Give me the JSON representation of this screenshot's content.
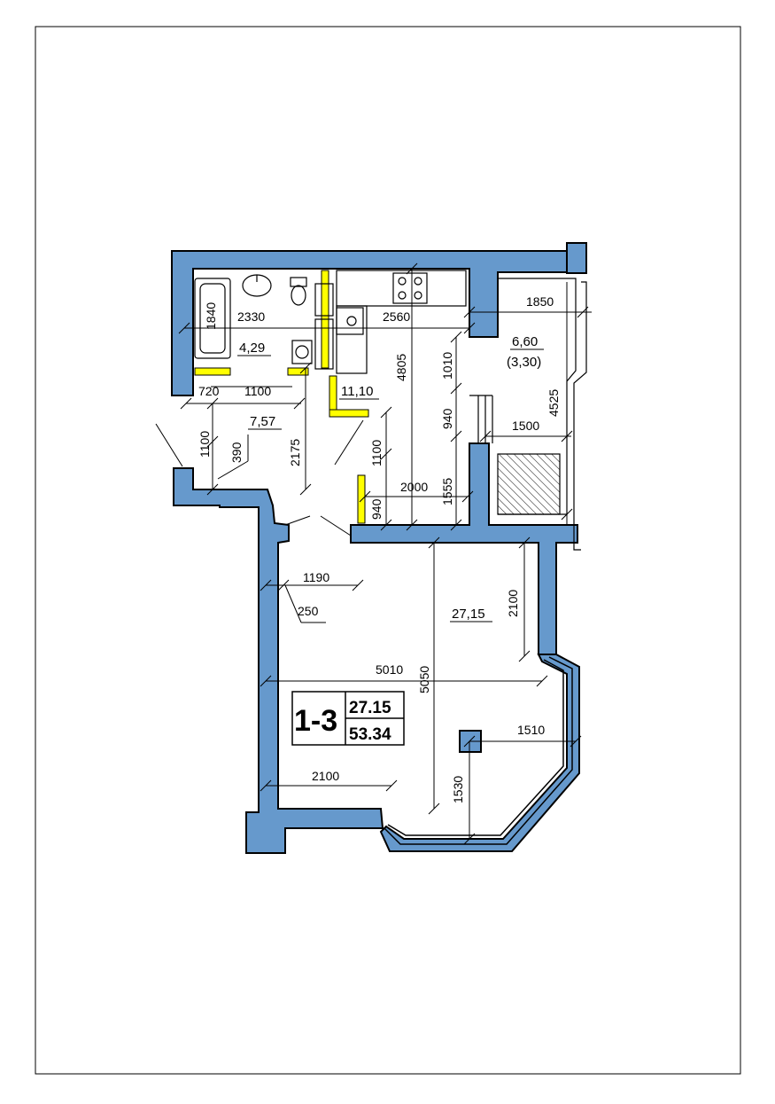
{
  "plan": {
    "apartment_number": "1-3",
    "living_area": "27.15",
    "total_area": "53.34"
  },
  "rooms": [
    {
      "key": "bathroom",
      "area": "4,29"
    },
    {
      "key": "hall",
      "area": "7,57"
    },
    {
      "key": "kitchen",
      "area": "11,10"
    },
    {
      "key": "balcony",
      "area": "6,60",
      "sub": "(3,30)"
    },
    {
      "key": "living",
      "area": "27,15"
    }
  ],
  "dimensions": [
    "1840",
    "2330",
    "2560",
    "1850",
    "1010",
    "4805",
    "4525",
    "720",
    "1100",
    "940",
    "1500",
    "1100",
    "390",
    "2175",
    "1100",
    "2000",
    "1555",
    "940",
    "1190",
    "250",
    "2100",
    "5010",
    "5050",
    "1510",
    "2100",
    "1530"
  ],
  "colors": {
    "wall": "#6699cc",
    "partition": "#ffff00",
    "outline": "#000000"
  }
}
